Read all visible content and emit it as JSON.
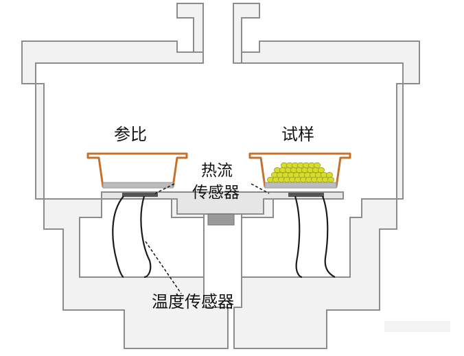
{
  "diagram": {
    "labels": {
      "reference": "参比",
      "sample": "试样",
      "heat_flow_sensor_line1": "热流",
      "heat_flow_sensor_line2": "传感器",
      "temperature_sensor": "温度传感器"
    },
    "colors": {
      "furnace_fill": "#f2f2f2",
      "furnace_stroke": "#8c8c8c",
      "crucible": "#c8702a",
      "sample_granules": "#d7dd2a",
      "wire": "#1a1a1a"
    }
  }
}
